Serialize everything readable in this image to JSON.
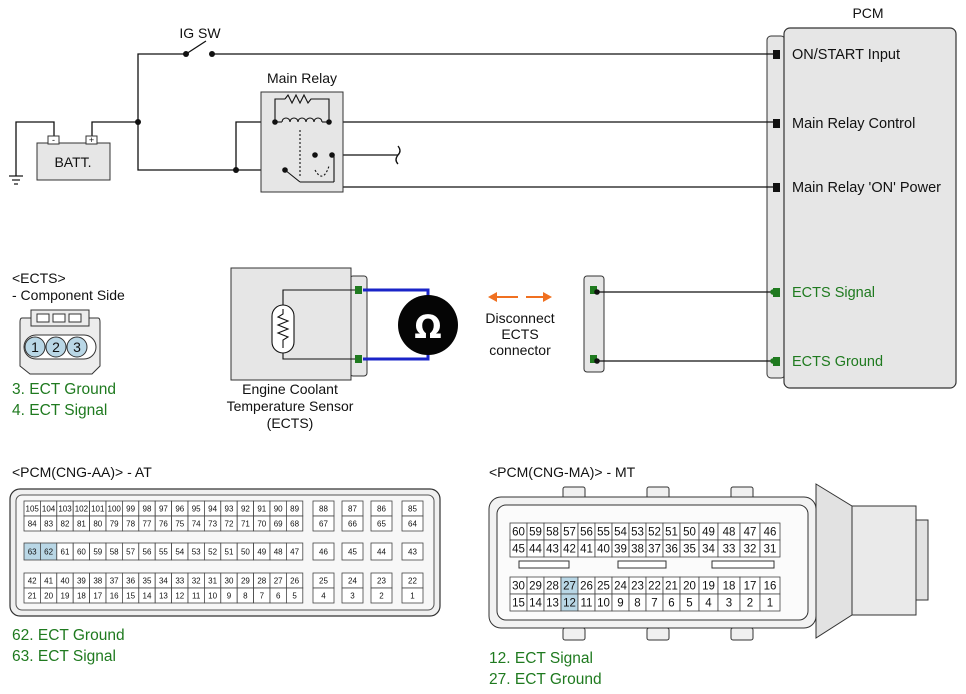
{
  "pcm": {
    "title": "PCM",
    "pins": [
      "ON/START Input",
      "Main Relay Control",
      "Main Relay 'ON' Power",
      "ECTS Signal",
      "ECTS Ground"
    ]
  },
  "ig_sw": "IG SW",
  "main_relay": "Main Relay",
  "battery": {
    "label": "BATT.",
    "neg": "-",
    "pos": "+"
  },
  "ohm_symbol": "Ω",
  "sensor_name": [
    "Engine Coolant",
    "Temperature Sensor",
    "(ECTS)"
  ],
  "disconnect": [
    "Disconnect",
    "ECTS",
    "connector"
  ],
  "ects_conn": {
    "title": "<ECTS>",
    "subtitle": "- Component Side",
    "pins": [
      "1",
      "2",
      "3"
    ],
    "legend": [
      "3. ECT Ground",
      "4. ECT Signal"
    ]
  },
  "pcm_aa": {
    "title": "<PCM(CNG-AA)> - AT",
    "rows": [
      [
        "105",
        "104",
        "103",
        "102",
        "101",
        "100",
        "99",
        "98",
        "97",
        "96",
        "95",
        "94",
        "93",
        "92",
        "91",
        "90",
        "89"
      ],
      [
        "84",
        "83",
        "82",
        "81",
        "80",
        "79",
        "78",
        "77",
        "76",
        "75",
        "74",
        "73",
        "72",
        "71",
        "70",
        "69",
        "68"
      ],
      [
        "63",
        "62",
        "61",
        "60",
        "59",
        "58",
        "57",
        "56",
        "55",
        "54",
        "53",
        "52",
        "51",
        "50",
        "49",
        "48",
        "47"
      ],
      [
        "42",
        "41",
        "40",
        "39",
        "38",
        "37",
        "36",
        "35",
        "34",
        "33",
        "32",
        "31",
        "30",
        "29",
        "28",
        "27",
        "26"
      ],
      [
        "21",
        "20",
        "19",
        "18",
        "17",
        "16",
        "15",
        "14",
        "13",
        "12",
        "11",
        "10",
        "9",
        "8",
        "7",
        "6",
        "5"
      ]
    ],
    "right_cols": [
      [
        "88",
        "87",
        "86",
        "85"
      ],
      [
        "67",
        "66",
        "65",
        "64"
      ],
      [
        "46",
        "45",
        "44",
        "43"
      ],
      [
        "25",
        "24",
        "23",
        "22"
      ],
      [
        "4",
        "3",
        "2",
        "1"
      ]
    ],
    "highlight": [
      "63",
      "62"
    ],
    "legend": [
      "62. ECT Ground",
      "63. ECT Signal"
    ]
  },
  "pcm_ma": {
    "title": "<PCM(CNG-MA)> - MT",
    "rows": [
      [
        "60",
        "59",
        "58",
        "57",
        "56",
        "55",
        "54",
        "53",
        "52",
        "51",
        "50",
        "49",
        "48",
        "47",
        "46"
      ],
      [
        "45",
        "44",
        "43",
        "42",
        "41",
        "40",
        "39",
        "38",
        "37",
        "36",
        "35",
        "34",
        "33",
        "32",
        "31"
      ],
      [
        "30",
        "29",
        "28",
        "27",
        "26",
        "25",
        "24",
        "23",
        "22",
        "21",
        "20",
        "19",
        "18",
        "17",
        "16"
      ],
      [
        "15",
        "14",
        "13",
        "12",
        "11",
        "10",
        "9",
        "8",
        "7",
        "6",
        "5",
        "4",
        "3",
        "2",
        "1"
      ]
    ],
    "highlight": [
      "27",
      "12"
    ],
    "legend": [
      "12. ECT Signal",
      "27. ECT Ground"
    ]
  },
  "colors": {
    "green": "#1f7a1f",
    "wire_blue": "#1a24c8",
    "highlight": "#b9d7e6",
    "orange": "#f07020"
  }
}
